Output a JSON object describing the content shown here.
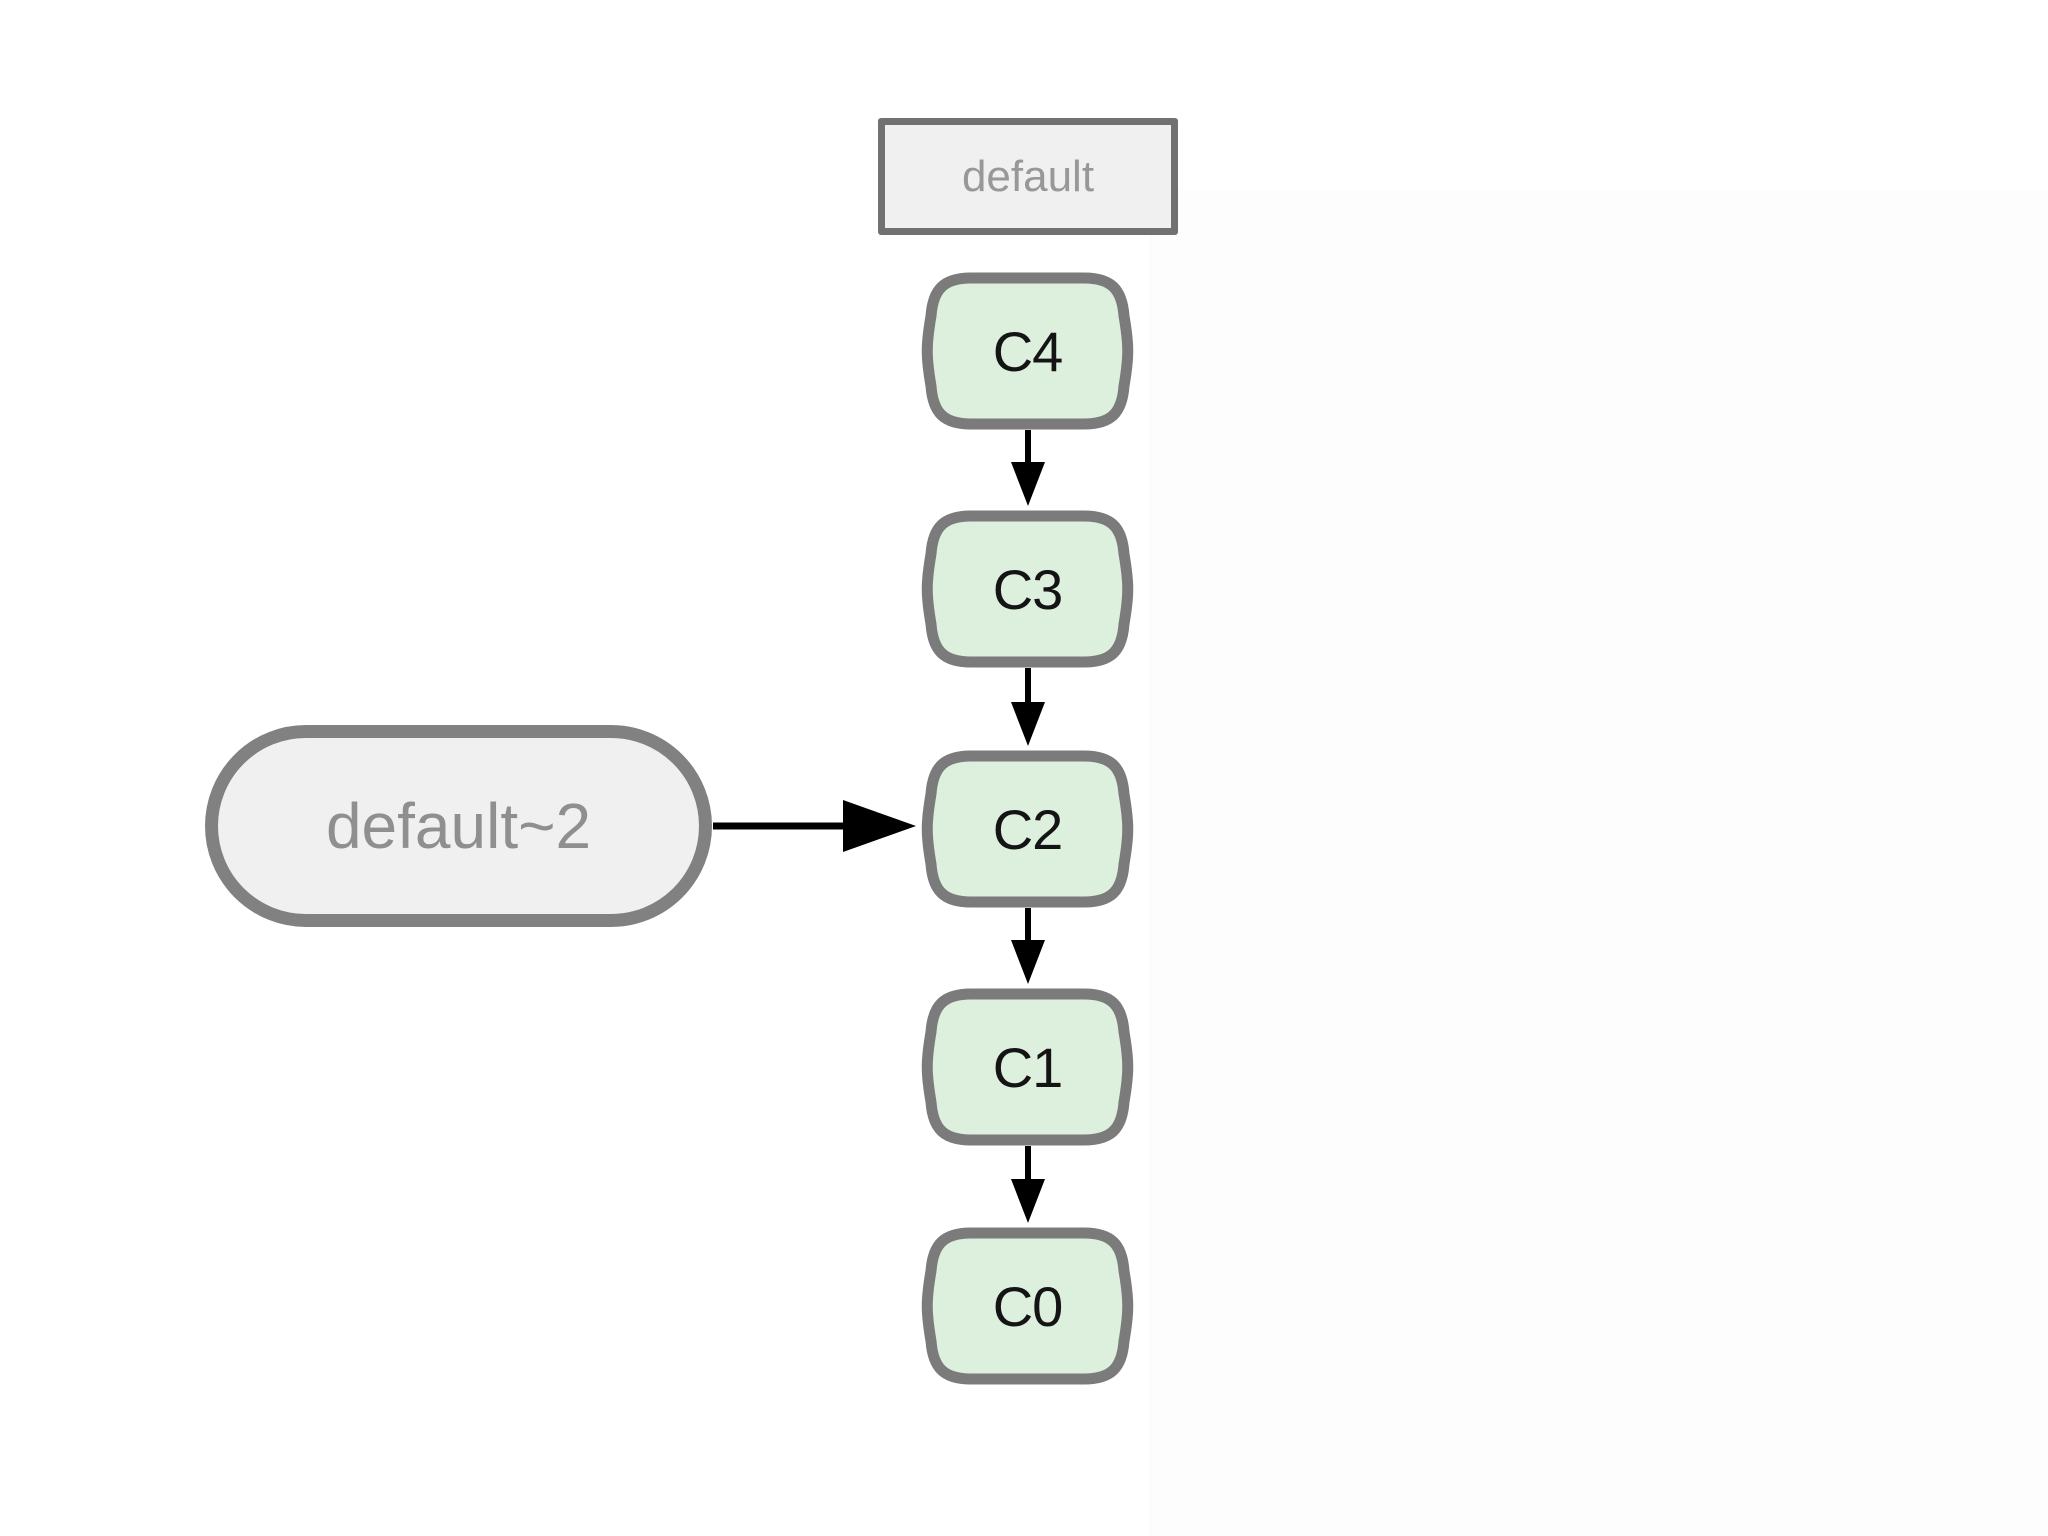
{
  "figure": {
    "branch_label": "default",
    "ref_label": "default~2",
    "commits": [
      {
        "label": "C4"
      },
      {
        "label": "C3"
      },
      {
        "label": "C2"
      },
      {
        "label": "C1"
      },
      {
        "label": "C0"
      }
    ],
    "edges": [
      {
        "from": "C4",
        "to": "C3"
      },
      {
        "from": "C3",
        "to": "C2"
      },
      {
        "from": "C2",
        "to": "C1"
      },
      {
        "from": "C1",
        "to": "C0"
      },
      {
        "from": "default~2",
        "to": "C2"
      }
    ]
  },
  "colors": {
    "background": "#ffffff",
    "page-band": "#fdfdfd",
    "node-fill": "#ddefdd",
    "node-border": "#7b7b7b",
    "node-text": "#141414",
    "label-fill": "#f1f0f0",
    "label-border": "#717171",
    "label-text": "#989898",
    "ref-fill": "#f1f0f0",
    "ref-border": "#818181",
    "ref-text": "#8f8f8f",
    "arrow": "#000000"
  }
}
